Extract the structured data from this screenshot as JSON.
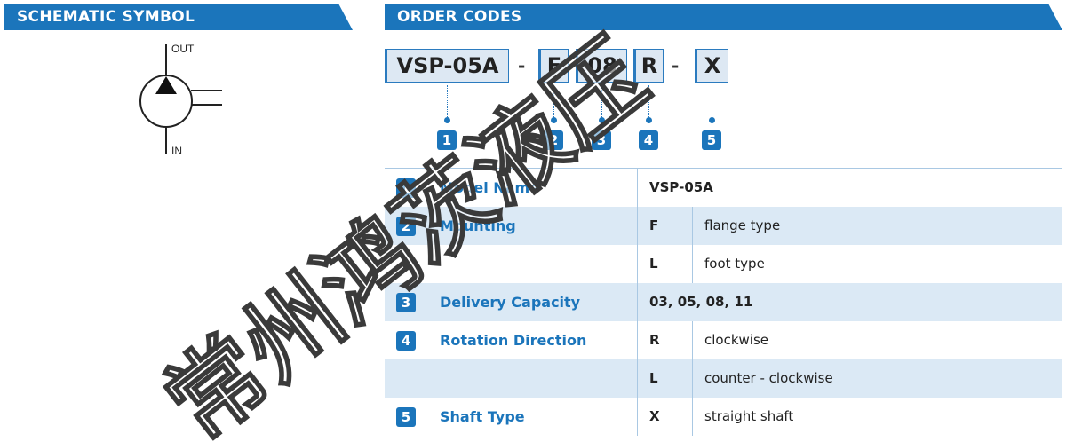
{
  "headers": {
    "schematic": "SCHEMATIC SYMBOL",
    "order_codes": "ORDER CODES"
  },
  "schematic": {
    "out_label": "OUT",
    "in_label": "IN"
  },
  "order_code": {
    "parts": [
      "VSP-05A",
      "F",
      "08",
      "R",
      "X"
    ],
    "separator": "-",
    "indices": [
      "1",
      "2",
      "3",
      "4",
      "5"
    ]
  },
  "table": {
    "rows": [
      {
        "num": "1",
        "label": "Model Name",
        "code": "VSP-05A",
        "desc": ""
      },
      {
        "num": "2",
        "label": "Mounting",
        "code": "F",
        "desc": "flange type"
      },
      {
        "num": "",
        "label": "",
        "code": "L",
        "desc": "foot type"
      },
      {
        "num": "3",
        "label": "Delivery Capacity",
        "code": "03, 05, 08, 11",
        "desc": ""
      },
      {
        "num": "4",
        "label": "Rotation Direction",
        "code": "R",
        "desc": "clockwise"
      },
      {
        "num": "",
        "label": "",
        "code": "L",
        "desc": "counter - clockwise"
      },
      {
        "num": "5",
        "label": "Shaft Type",
        "code": "X",
        "desc": "straight shaft"
      }
    ]
  },
  "watermark": "常州鸿茨液压",
  "colors": {
    "brand_blue": "#1b75bb",
    "row_shade": "#dbe9f5",
    "box_fill": "#dde8f3"
  }
}
